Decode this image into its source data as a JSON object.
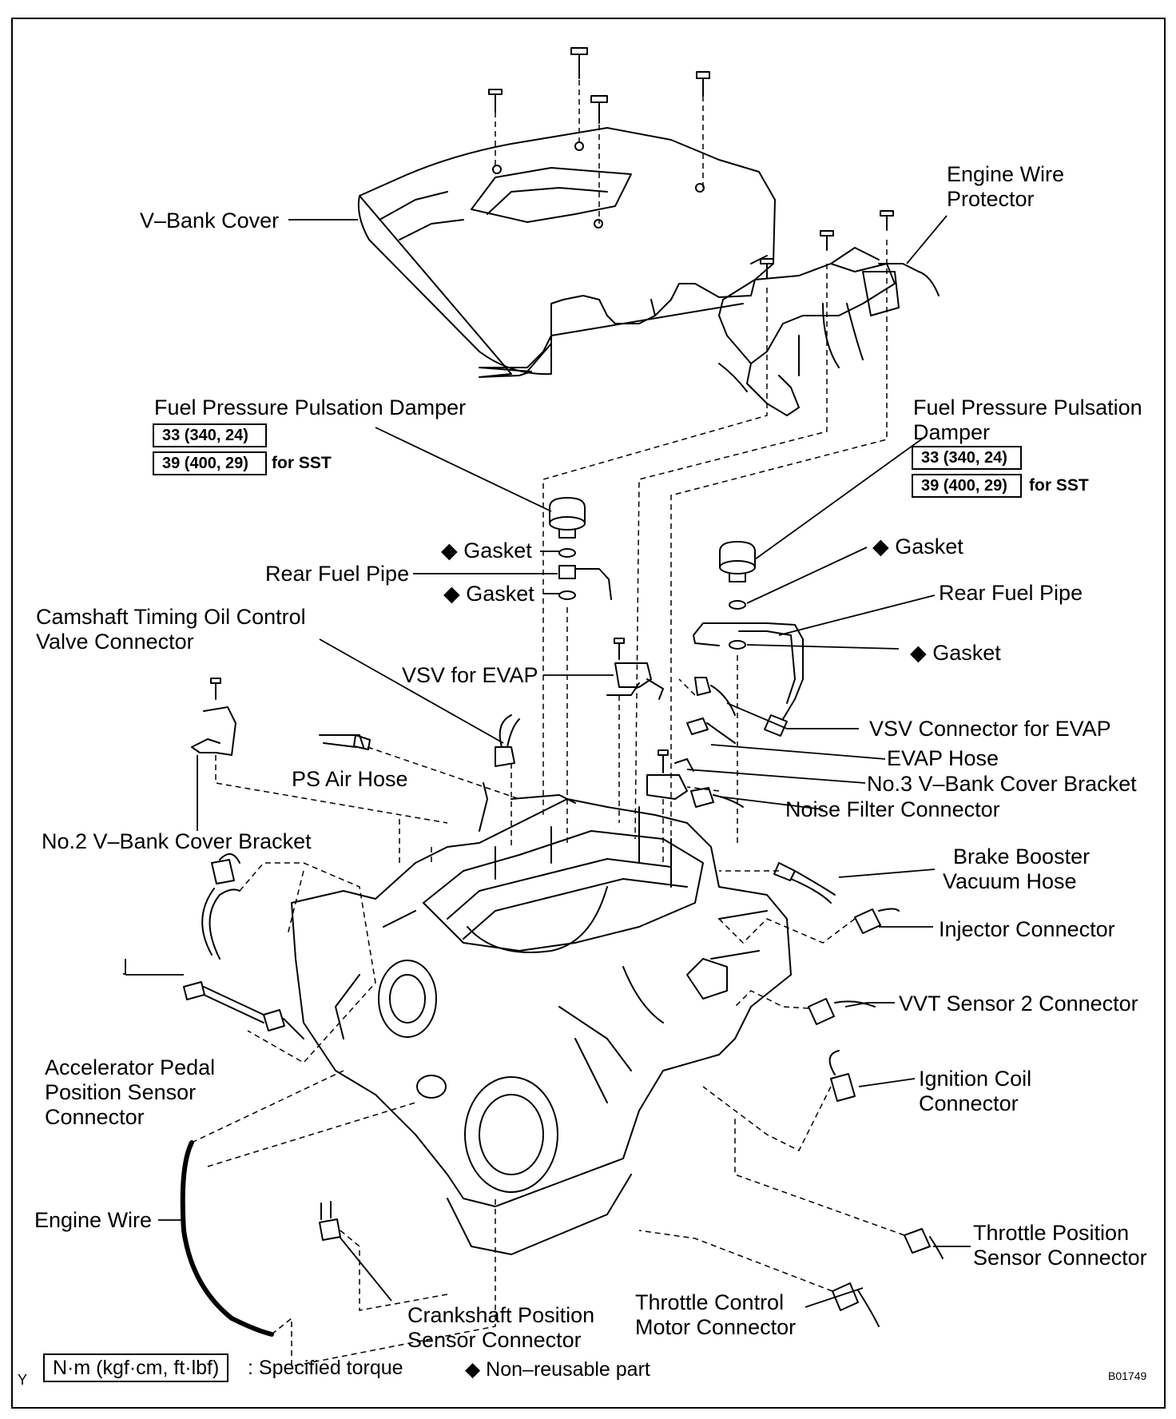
{
  "labels": {
    "v_bank_cover": "V–Bank Cover",
    "engine_wire_protector_1": "Engine  Wire",
    "engine_wire_protector_2": "Protector",
    "fppd_left": "Fuel Pressure Pulsation Damper",
    "fppd_right_1": "Fuel Pressure Pulsation",
    "fppd_right_2": "Damper",
    "gasket": "◆ Gasket",
    "rear_fuel_pipe": "Rear Fuel Pipe",
    "camshaft_1": "Camshaft Timing Oil Control",
    "camshaft_2": "Valve Connector",
    "vsv_for_evap": "VSV for EVAP",
    "vsv_connector_for_evap": "VSV Connector for EVAP",
    "evap_hose": "EVAP Hose",
    "no3_bracket": "No.3 V–Bank Cover Bracket",
    "noise_filter_connector": "Noise Filter Connector",
    "ps_air_hose": "PS Air Hose",
    "no2_bracket": "No.2 V–Bank Cover Bracket",
    "brake_booster_1": "Brake Booster",
    "brake_booster_2": "Vacuum Hose",
    "injector_connector": "Injector Connector",
    "vvt_sensor": "VVT Sensor 2 Connector",
    "ignition_coil_1": "Ignition Coil",
    "ignition_coil_2": "Connector",
    "accel_1": "Accelerator Pedal",
    "accel_2": "Position Sensor",
    "accel_3": "Connector",
    "engine_wire": "Engine Wire",
    "crank_1": "Crankshaft Position",
    "crank_2": "Sensor Connector",
    "throttle_motor_1": "Throttle Control",
    "throttle_motor_2": "Motor Connector",
    "tps_1": "Throttle Position",
    "tps_2": "Sensor Connector"
  },
  "torque": {
    "standard": "33 (340, 24)",
    "sst": "39 (400, 29)",
    "for_sst": "for SST"
  },
  "legend": {
    "corner_letter": "Y",
    "unit_box": "N·m (kgf·cm, ft·lbf)",
    "unit_text": ": Specified torque",
    "nonreusable": "◆ Non–reusable part",
    "figure_code": "B01749"
  }
}
